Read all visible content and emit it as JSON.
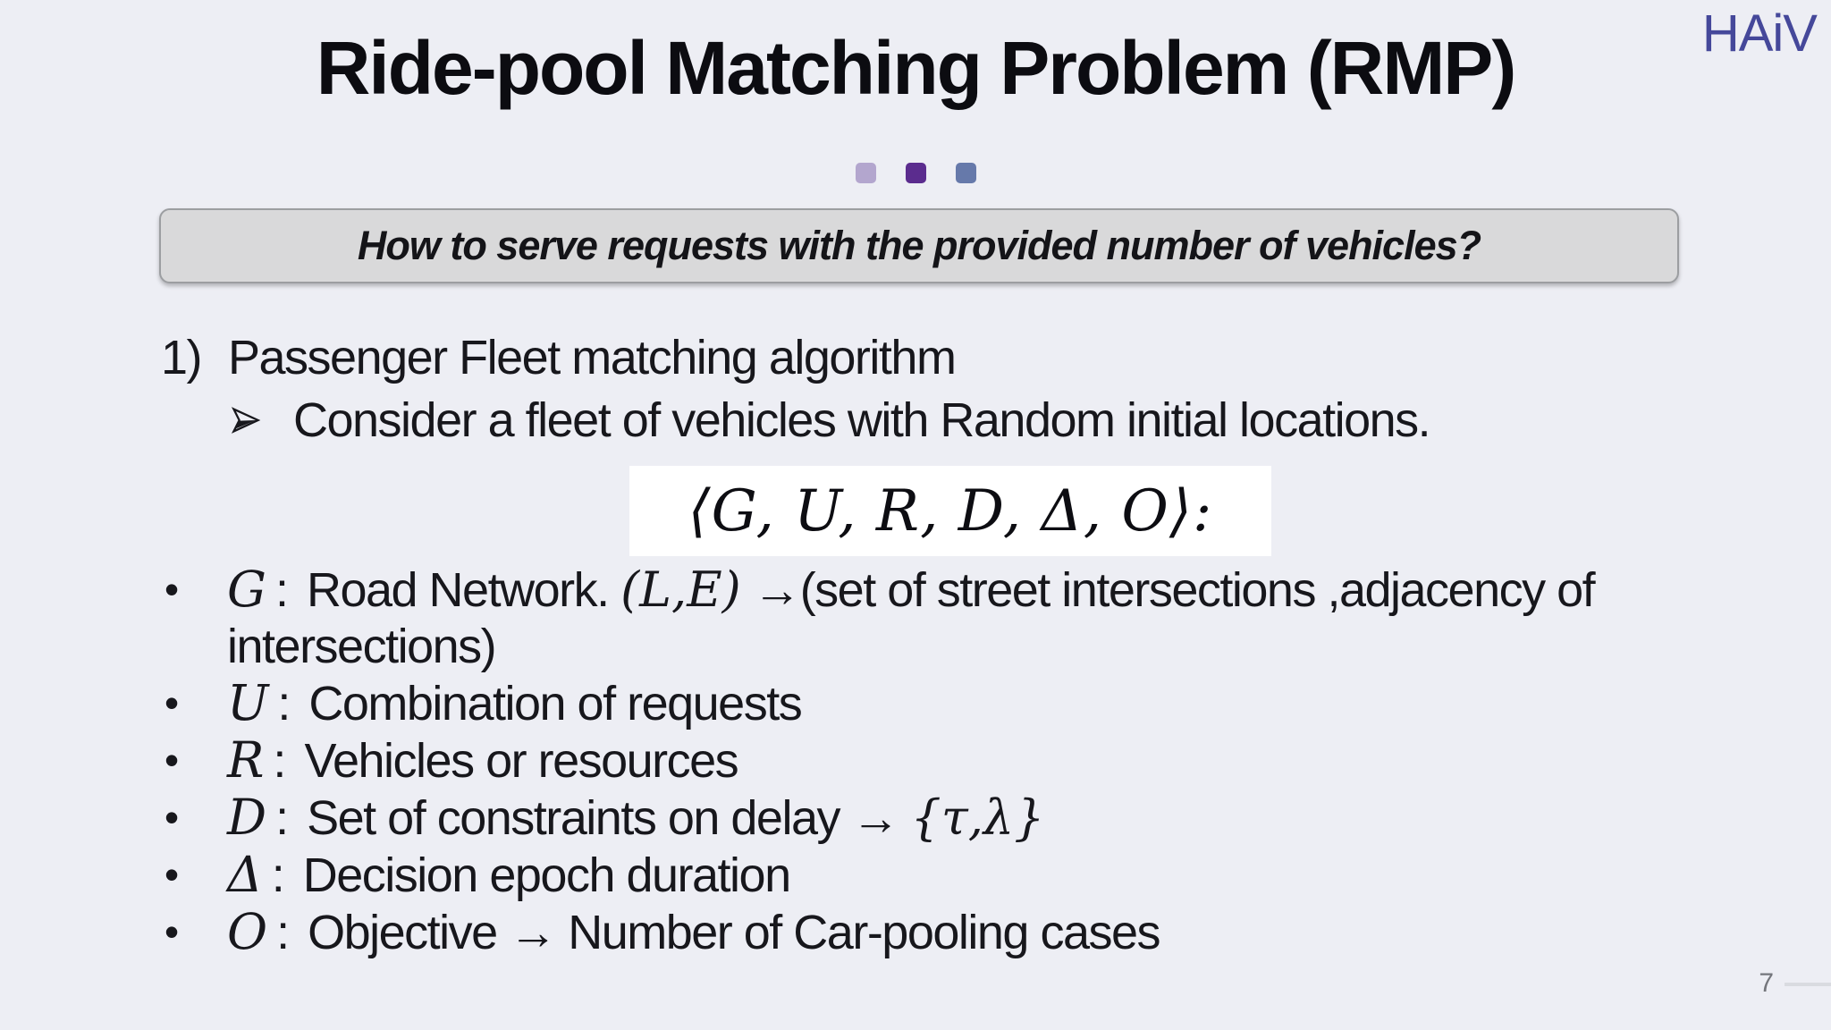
{
  "logo": {
    "text": "HAiV",
    "color": "#45489a"
  },
  "slide": {
    "title": "Ride-pool Matching Problem (RMP)",
    "page_number": "7",
    "background_color": "#edeef4"
  },
  "decoration": {
    "squares": [
      {
        "name": "light-purple",
        "color": "#b3a6ce"
      },
      {
        "name": "dark-purple",
        "color": "#5b2c8e"
      },
      {
        "name": "slate-blue",
        "color": "#6679aa"
      }
    ]
  },
  "question_box": {
    "text": "How to serve requests with the provided number of vehicles?",
    "background_color": "#d9d9da",
    "border_color": "#9c9ea1"
  },
  "numbered_item": {
    "number": "1)",
    "text": "Passenger Fleet matching algorithm",
    "sub_item": "Consider a fleet of vehicles with Random initial locations."
  },
  "formula": {
    "text": "⟨G, U, R, D, Δ, O⟩:",
    "background_color": "#ffffff"
  },
  "bullets": [
    {
      "symbol": "G",
      "sep": ":",
      "pre": "Road Network. ",
      "math": "(L,E)",
      "post": " →(set of street intersections ,adjacency of intersections)"
    },
    {
      "symbol": "U",
      "sep": ":",
      "pre": "Combination of requests",
      "math": "",
      "post": ""
    },
    {
      "symbol": "R",
      "sep": ":",
      "pre": "Vehicles or resources",
      "math": "",
      "post": ""
    },
    {
      "symbol": "D",
      "sep": ":",
      "pre": "Set of constraints on delay → ",
      "math": "{τ,λ}",
      "post": ""
    },
    {
      "symbol": "Δ",
      "sep": ":",
      "pre": "Decision epoch duration",
      "math": "",
      "post": ""
    },
    {
      "symbol": "O",
      "sep": ":",
      "pre": "Objective → Number of Car-pooling cases",
      "math": "",
      "post": ""
    }
  ]
}
